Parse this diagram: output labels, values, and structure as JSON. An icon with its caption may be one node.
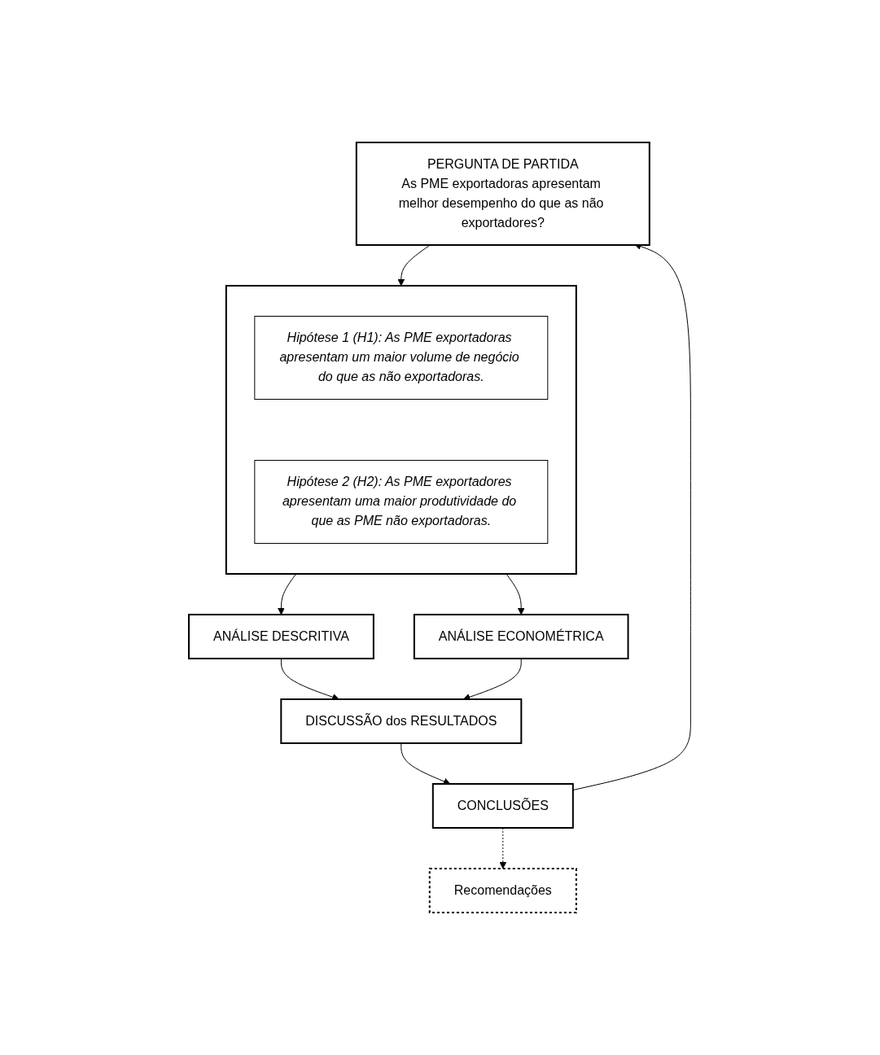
{
  "diagram": {
    "nodes": [
      {
        "text": [
          "PERGUNTA DE PARTIDA",
          "As PME exportadoras apresentam melhor desempenho do que as não exportadores?"
        ]
      },
      {
        "text": [],
        "shape": "box"
      },
      {
        "text": [
          "Hipótese 1 (H1): As PME exportadoras apresentam um maior volume de negócio do que as não exportadoras."
        ],
        "in": 1
      },
      {
        "text": [
          "Hipótese 2 (H2): As PME exportadores apresentam uma maior produtividade do que as PME não exportadoras."
        ],
        "in": 1
      },
      {
        "text": [
          "ANÁLISE DESCRITIVA"
        ]
      },
      {
        "text": [
          "ANÁLISE ECONOMÉTRICA"
        ]
      },
      {
        "text": [
          "DISCUSSÃO dos RESULTADOS"
        ]
      },
      {
        "text": [
          "CONCLUSÕES"
        ]
      },
      {
        "text": [
          "Recomendações"
        ]
      }
    ],
    "edges": [
      {
        "from": 0,
        "to": 1,
        "arrow": "to"
      },
      {
        "from": 1,
        "to": 4,
        "arrow": "to"
      },
      {
        "from": 1,
        "to": 5,
        "arrow": "to"
      },
      {
        "from": 4,
        "to": 6,
        "arrow": "to"
      },
      {
        "from": 5,
        "to": 6,
        "arrow": "to"
      },
      {
        "from": 6,
        "to": 7,
        "arrow": "to"
      },
      {
        "from": 7,
        "to": 8,
        "arrow": "to",
        "style": "dashed"
      },
      {
        "from": 7,
        "to": 0,
        "arrow": "to"
      }
    ]
  }
}
